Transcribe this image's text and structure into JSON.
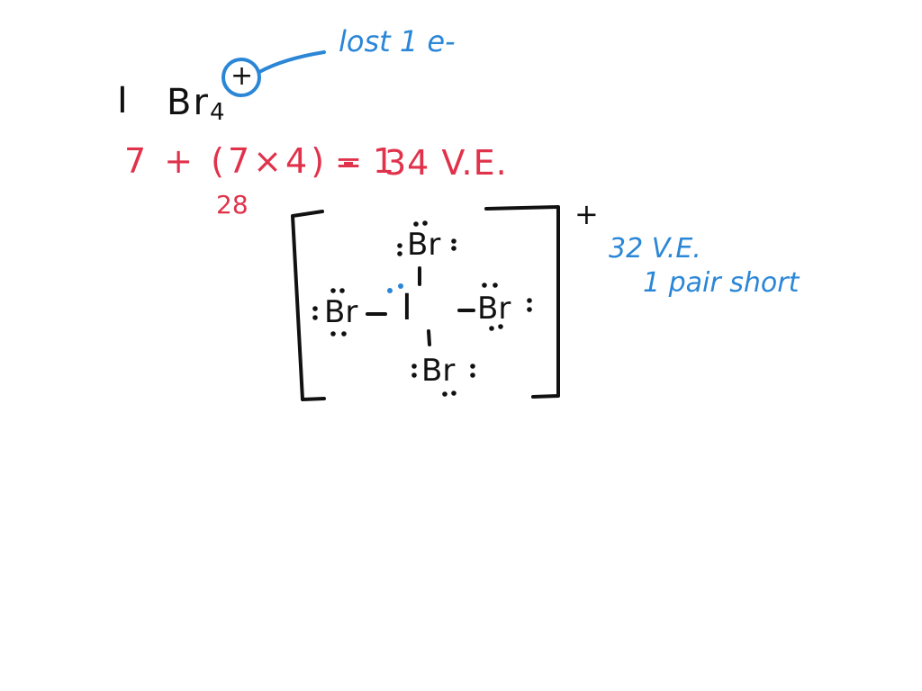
{
  "formula": {
    "central": "I",
    "ligand": "Br",
    "subscript": "4",
    "charge": "+"
  },
  "annotation_lost": "lost 1 e-",
  "equation": {
    "expression": "7 + (7×4) - 1",
    "equals": "=",
    "result": "34 V.E.",
    "subtotal": "28"
  },
  "structure": {
    "top_atom": "Br",
    "left_atom": "Br",
    "right_atom": "Br",
    "bottom_atom": "Br",
    "center_atom": "I",
    "bracket_charge": "+"
  },
  "notes": {
    "ve": "32 V.E.",
    "pair_short": "1 pair short"
  },
  "colors": {
    "ink": "#111111",
    "red": "#e0324b",
    "blue": "#2a86d6"
  }
}
